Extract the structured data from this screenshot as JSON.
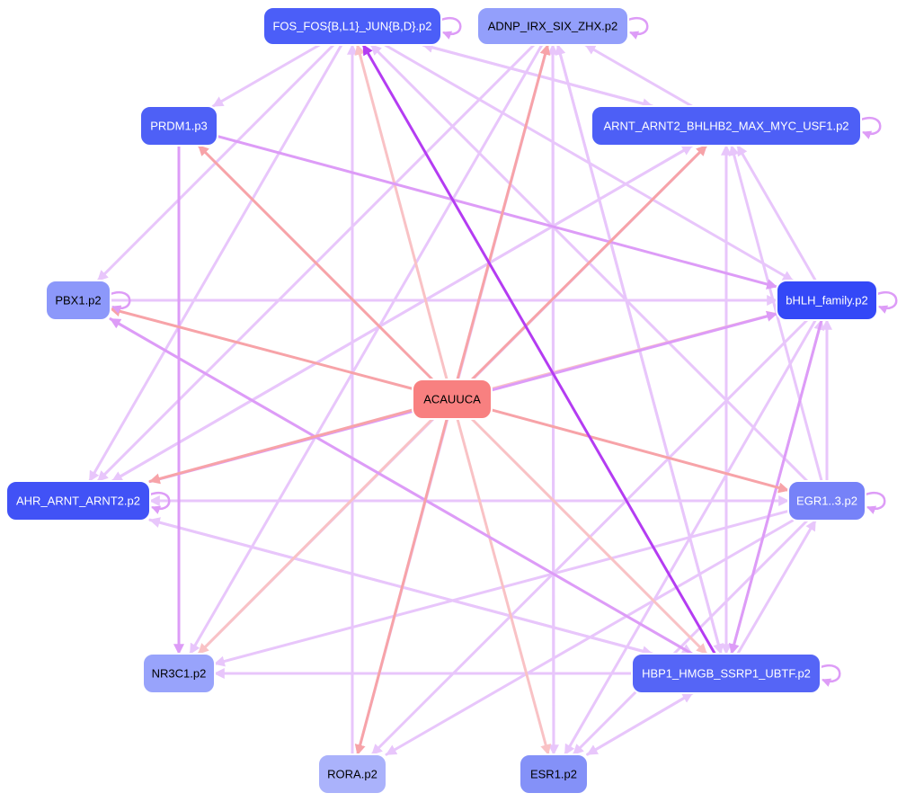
{
  "colors": {
    "edge_light": "#e8c6fb",
    "edge_mid": "#dd9cf7",
    "edge_strong": "#b43cf2",
    "edge_pink": "#f7a3a8",
    "edge_pink_light": "#f9c2c5",
    "node_stroke": "#ffffff"
  },
  "nodes": [
    {
      "id": "fos",
      "label": "FOS_FOS{B,L1}_JUN{B,D}.p2",
      "fill": "#4b5ef8",
      "text": "#ffffff"
    },
    {
      "id": "adnp",
      "label": "ADNP_IRX_SIX_ZHX.p2",
      "fill": "#939ffb",
      "text": "#000000"
    },
    {
      "id": "prdm1",
      "label": "PRDM1.p3",
      "fill": "#4e60f6",
      "text": "#ffffff"
    },
    {
      "id": "arnt",
      "label": "ARNT_ARNT2_BHLHB2_MAX_MYC_USF1.p2",
      "fill": "#4d5ff6",
      "text": "#ffffff"
    },
    {
      "id": "pbx1",
      "label": "PBX1.p2",
      "fill": "#8c98fa",
      "text": "#000000"
    },
    {
      "id": "bhlh",
      "label": "bHLH_family.p2",
      "fill": "#3448f7",
      "text": "#ffffff"
    },
    {
      "id": "acauuca",
      "label": "ACAUUCA",
      "fill": "#f88080",
      "text": "#000000"
    },
    {
      "id": "ahr",
      "label": "AHR_ARNT_ARNT2.p2",
      "fill": "#4152f6",
      "text": "#ffffff"
    },
    {
      "id": "egr1",
      "label": "EGR1..3.p2",
      "fill": "#7682f8",
      "text": "#ffffff"
    },
    {
      "id": "nr3c1",
      "label": "NR3C1.p2",
      "fill": "#98a3fb",
      "text": "#000000"
    },
    {
      "id": "hbp1",
      "label": "HBP1_HMGB_SSRP1_UBTF.p2",
      "fill": "#5565f6",
      "text": "#ffffff"
    },
    {
      "id": "rora",
      "label": "RORA.p2",
      "fill": "#aab2fb",
      "text": "#000000"
    },
    {
      "id": "esr1",
      "label": "ESR1.p2",
      "fill": "#8491f8",
      "text": "#000000"
    }
  ],
  "edges": [
    {
      "from": "acauuca",
      "to": "fos",
      "style": "pink_light"
    },
    {
      "from": "acauuca",
      "to": "adnp",
      "style": "pink"
    },
    {
      "from": "acauuca",
      "to": "prdm1",
      "style": "pink"
    },
    {
      "from": "acauuca",
      "to": "arnt",
      "style": "pink"
    },
    {
      "from": "acauuca",
      "to": "pbx1",
      "style": "pink"
    },
    {
      "from": "acauuca",
      "to": "bhlh",
      "style": "pink_light"
    },
    {
      "from": "acauuca",
      "to": "ahr",
      "style": "pink"
    },
    {
      "from": "acauuca",
      "to": "egr1",
      "style": "pink"
    },
    {
      "from": "acauuca",
      "to": "nr3c1",
      "style": "pink_light"
    },
    {
      "from": "acauuca",
      "to": "hbp1",
      "style": "pink_light"
    },
    {
      "from": "acauuca",
      "to": "rora",
      "style": "pink"
    },
    {
      "from": "acauuca",
      "to": "esr1",
      "style": "pink_light"
    },
    {
      "from": "hbp1",
      "to": "fos",
      "style": "strong"
    },
    {
      "from": "hbp1",
      "to": "arnt",
      "style": "light"
    },
    {
      "from": "hbp1",
      "to": "bhlh",
      "style": "light"
    },
    {
      "from": "hbp1",
      "to": "nr3c1",
      "style": "light"
    },
    {
      "from": "hbp1",
      "to": "pbx1",
      "style": "mid"
    },
    {
      "from": "hbp1",
      "to": "adnp",
      "style": "light"
    },
    {
      "from": "hbp1",
      "to": "egr1",
      "style": "light"
    },
    {
      "from": "hbp1",
      "to": "ahr",
      "style": "light"
    },
    {
      "from": "hbp1",
      "to": "esr1",
      "style": "light"
    },
    {
      "from": "egr1",
      "to": "fos",
      "style": "light"
    },
    {
      "from": "egr1",
      "to": "arnt",
      "style": "light"
    },
    {
      "from": "egr1",
      "to": "bhlh",
      "style": "light"
    },
    {
      "from": "egr1",
      "to": "ahr",
      "style": "light"
    },
    {
      "from": "egr1",
      "to": "nr3c1",
      "style": "light"
    },
    {
      "from": "egr1",
      "to": "rora",
      "style": "light"
    },
    {
      "from": "egr1",
      "to": "esr1",
      "style": "light"
    },
    {
      "from": "fos",
      "to": "prdm1",
      "style": "light"
    },
    {
      "from": "fos",
      "to": "arnt",
      "style": "light"
    },
    {
      "from": "fos",
      "to": "pbx1",
      "style": "light"
    },
    {
      "from": "fos",
      "to": "ahr",
      "style": "light"
    },
    {
      "from": "fos",
      "to": "bhlh",
      "style": "light"
    },
    {
      "from": "adnp",
      "to": "ahr",
      "style": "light"
    },
    {
      "from": "adnp",
      "to": "nr3c1",
      "style": "light"
    },
    {
      "from": "adnp",
      "to": "esr1",
      "style": "light"
    },
    {
      "from": "adnp",
      "to": "rora",
      "style": "light"
    },
    {
      "from": "adnp",
      "to": "hbp1",
      "style": "light"
    },
    {
      "from": "prdm1",
      "to": "nr3c1",
      "style": "mid"
    },
    {
      "from": "prdm1",
      "to": "bhlh",
      "style": "mid"
    },
    {
      "from": "pbx1",
      "to": "bhlh",
      "style": "light"
    },
    {
      "from": "pbx1",
      "to": "hbp1",
      "style": "light"
    },
    {
      "from": "ahr",
      "to": "arnt",
      "style": "light"
    },
    {
      "from": "ahr",
      "to": "bhlh",
      "style": "mid"
    },
    {
      "from": "ahr",
      "to": "egr1",
      "style": "light"
    },
    {
      "from": "ahr",
      "to": "hbp1",
      "style": "light"
    },
    {
      "from": "arnt",
      "to": "adnp",
      "style": "light"
    },
    {
      "from": "arnt",
      "to": "ahr",
      "style": "light"
    },
    {
      "from": "arnt",
      "to": "fos",
      "style": "light"
    },
    {
      "from": "arnt",
      "to": "hbp1",
      "style": "light"
    },
    {
      "from": "bhlh",
      "to": "arnt",
      "style": "light"
    },
    {
      "from": "bhlh",
      "to": "esr1",
      "style": "light"
    },
    {
      "from": "bhlh",
      "to": "rora",
      "style": "light"
    },
    {
      "from": "bhlh",
      "to": "hbp1",
      "style": "mid"
    },
    {
      "from": "esr1",
      "to": "adnp",
      "style": "light"
    },
    {
      "from": "esr1",
      "to": "hbp1",
      "style": "light"
    },
    {
      "from": "rora",
      "to": "fos",
      "style": "light"
    },
    {
      "from": "nr3c1",
      "to": "arnt",
      "style": "light"
    }
  ],
  "self_loops": [
    "fos",
    "adnp",
    "arnt",
    "pbx1",
    "bhlh",
    "ahr",
    "egr1",
    "hbp1"
  ]
}
